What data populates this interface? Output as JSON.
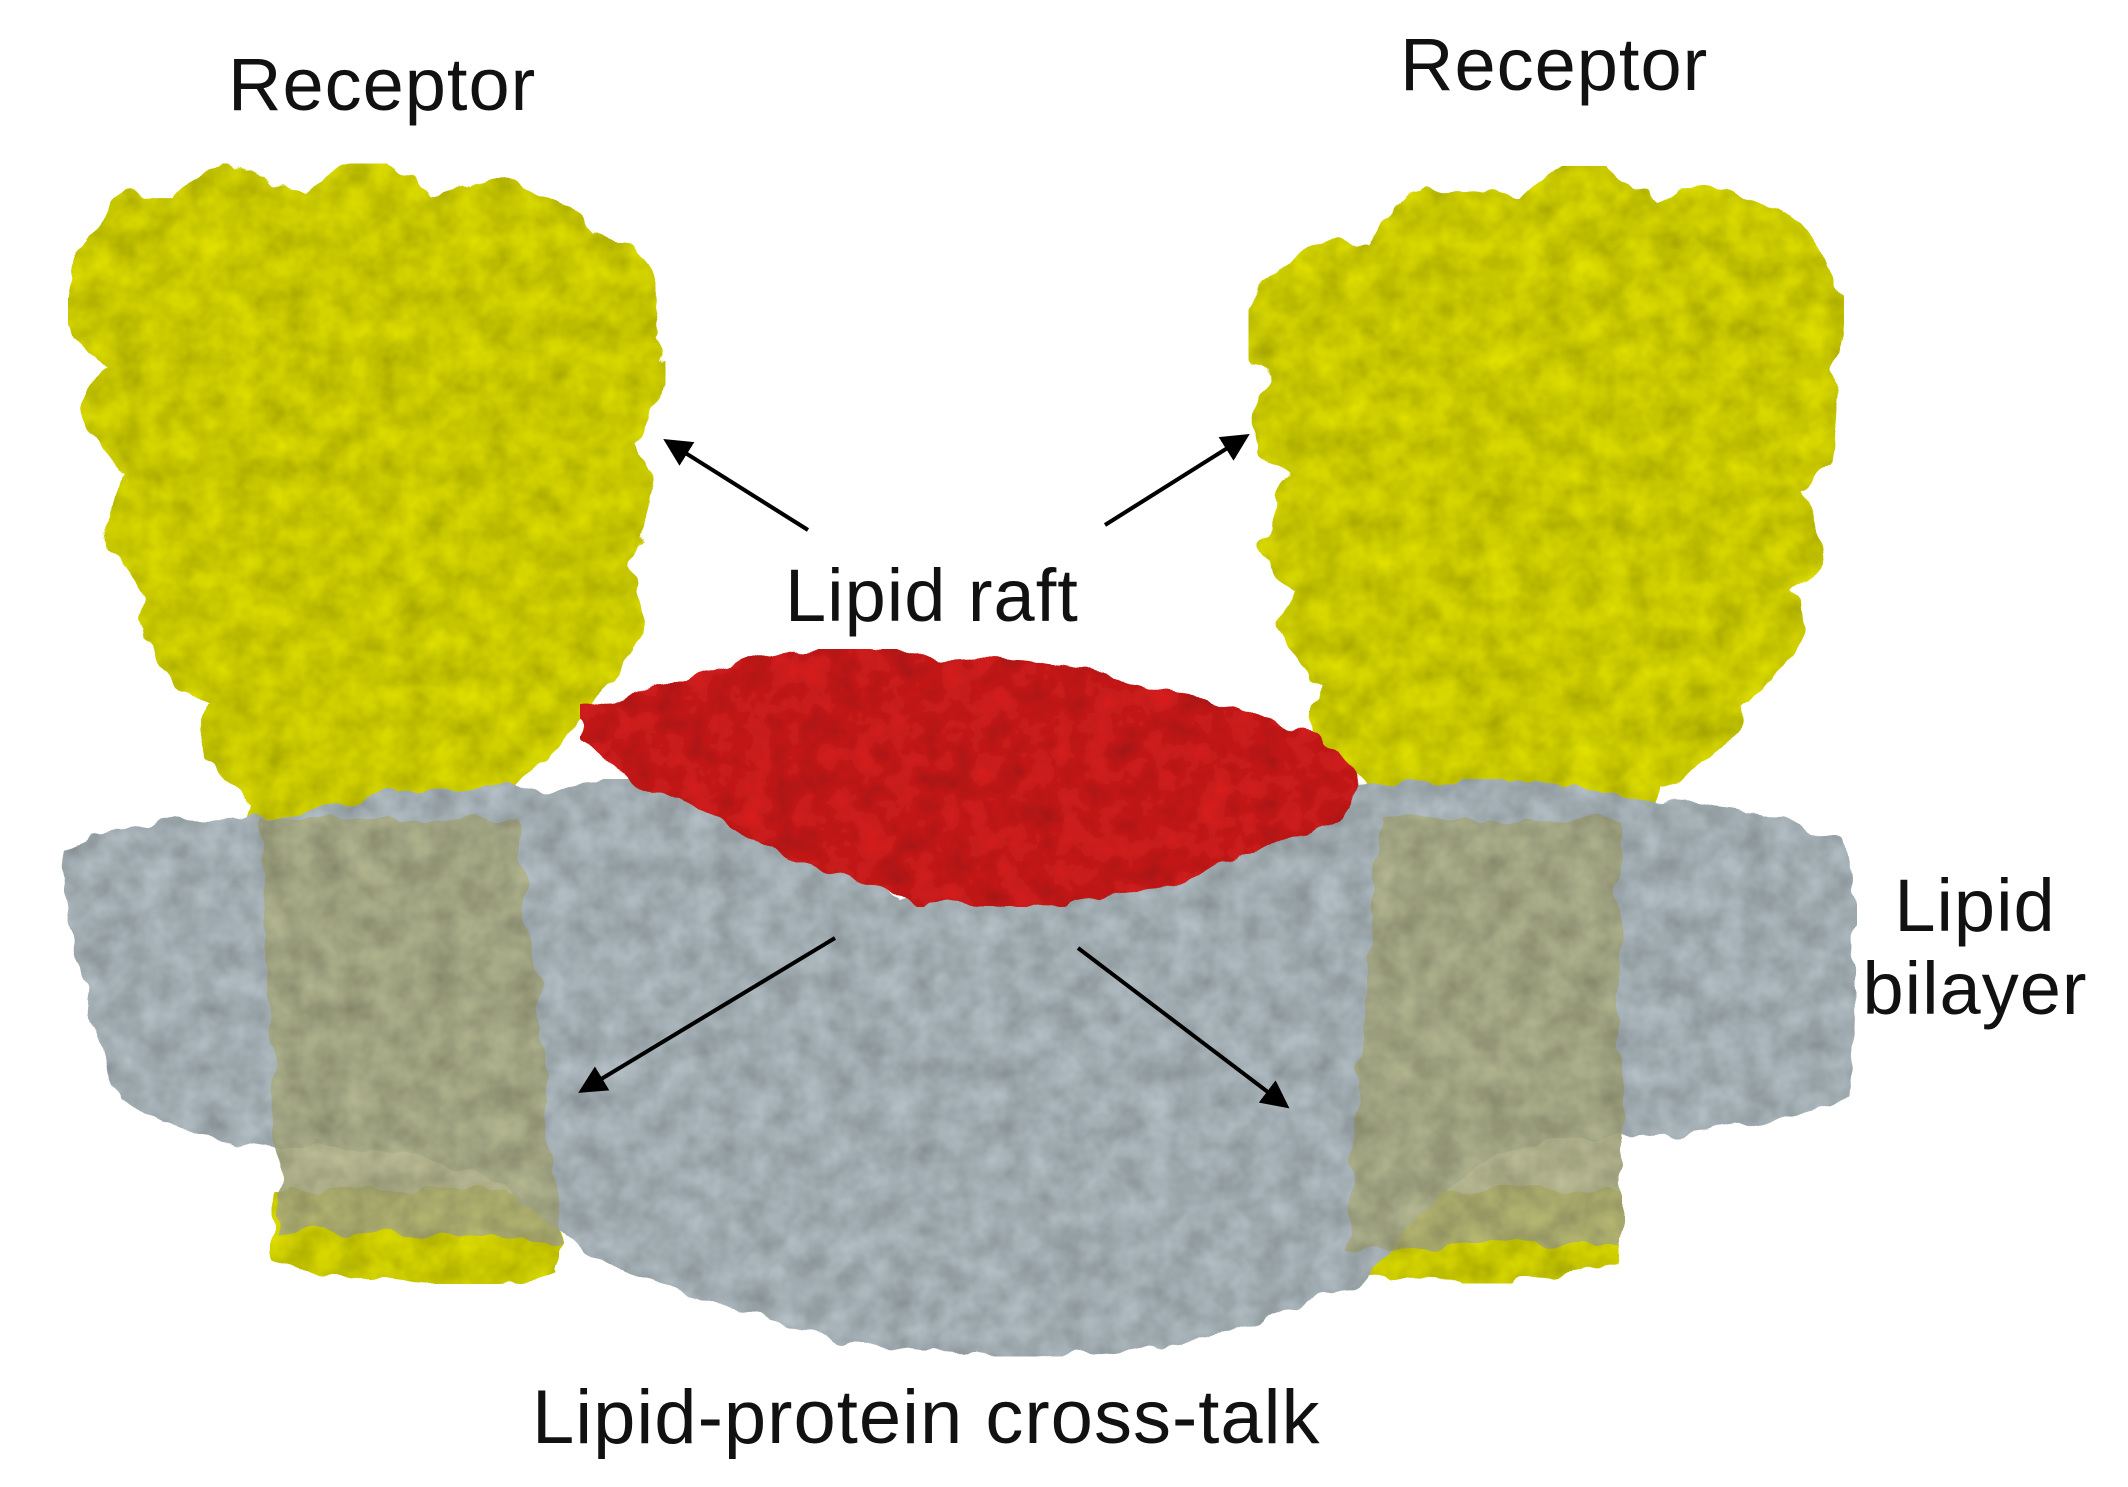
{
  "labels": {
    "receptor_left": "Receptor",
    "receptor_right": "Receptor",
    "lipid_raft": "Lipid raft",
    "lipid_bilayer": "Lipid bilayer",
    "crosstalk": "Lipid-protein cross-talk"
  },
  "colors": {
    "receptor": "#e6e600",
    "lipid_raft": "#e02020",
    "lipid_bilayer": "#b9c6cc",
    "receptor_in_bilayer": "#b7b98a",
    "arrow": "#000000"
  },
  "icons": {
    "arrow": "arrow-icon"
  }
}
